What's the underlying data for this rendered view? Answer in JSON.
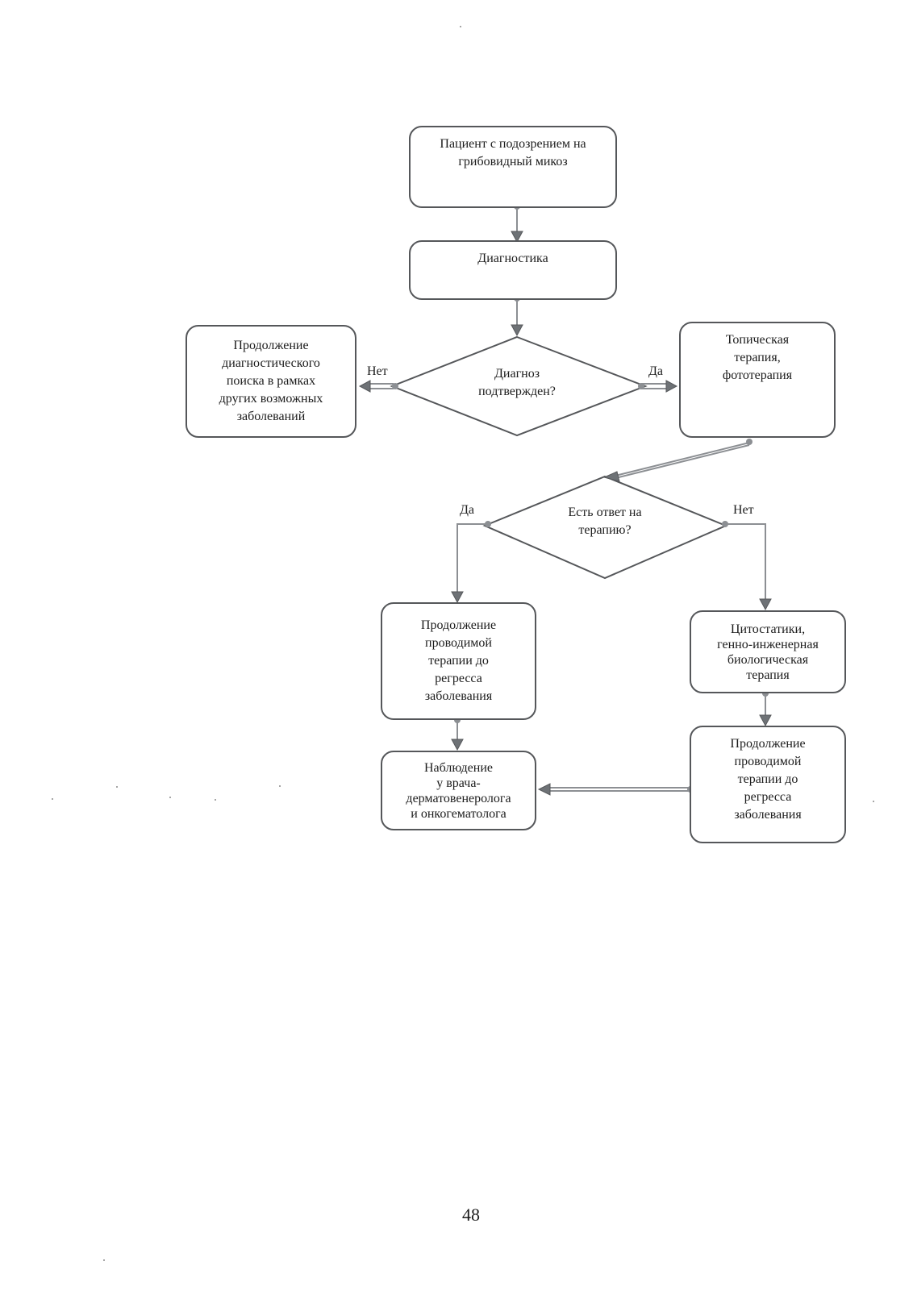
{
  "flowchart": {
    "nodes": {
      "start": "Пациент с подозрением на\nгрибовидный микоз",
      "diagnostics": "Диагностика",
      "decision_diagnosis": "Диагноз\nподтвержден?",
      "continue_search": "Продолжение\nдиагностического\nпоиска в рамках\nдругих возможных\nзаболеваний",
      "topical_therapy": "Топическая\nтерапия,\nфототерапия",
      "decision_response": "Есть ответ на\nтерапию?",
      "continue_therapy_left": "Продолжение\nпроводимой\nтерапии до\nрегресса\nзаболевания",
      "cytostatics": "Цитостатики,\nгенно-инженерная\nбиологическая\nтерапия",
      "observation": "Наблюдение\nу врача-\nдерматовенеролога\nи онкогематолога",
      "continue_therapy_right": "Продолжение\nпроводимой\nтерапии до\nрегресса\nзаболевания"
    },
    "edge_labels": {
      "diagnosis_no": "Нет",
      "diagnosis_yes": "Да",
      "response_yes": "Да",
      "response_no": "Нет"
    },
    "edges": [
      {
        "from": "start",
        "to": "diagnostics"
      },
      {
        "from": "diagnostics",
        "to": "decision_diagnosis"
      },
      {
        "from": "decision_diagnosis",
        "to": "continue_search",
        "label": "Нет"
      },
      {
        "from": "decision_diagnosis",
        "to": "topical_therapy",
        "label": "Да"
      },
      {
        "from": "topical_therapy",
        "to": "decision_response"
      },
      {
        "from": "decision_response",
        "to": "continue_therapy_left",
        "label": "Да"
      },
      {
        "from": "decision_response",
        "to": "cytostatics",
        "label": "Нет"
      },
      {
        "from": "continue_therapy_left",
        "to": "observation"
      },
      {
        "from": "cytostatics",
        "to": "continue_therapy_right"
      },
      {
        "from": "continue_therapy_right",
        "to": "observation"
      }
    ],
    "colors": {
      "stroke": "#55575a",
      "connector": "#8c8f93",
      "arrowhead": "#6e7276",
      "text": "#1c1c1c"
    }
  },
  "page_number": "48"
}
